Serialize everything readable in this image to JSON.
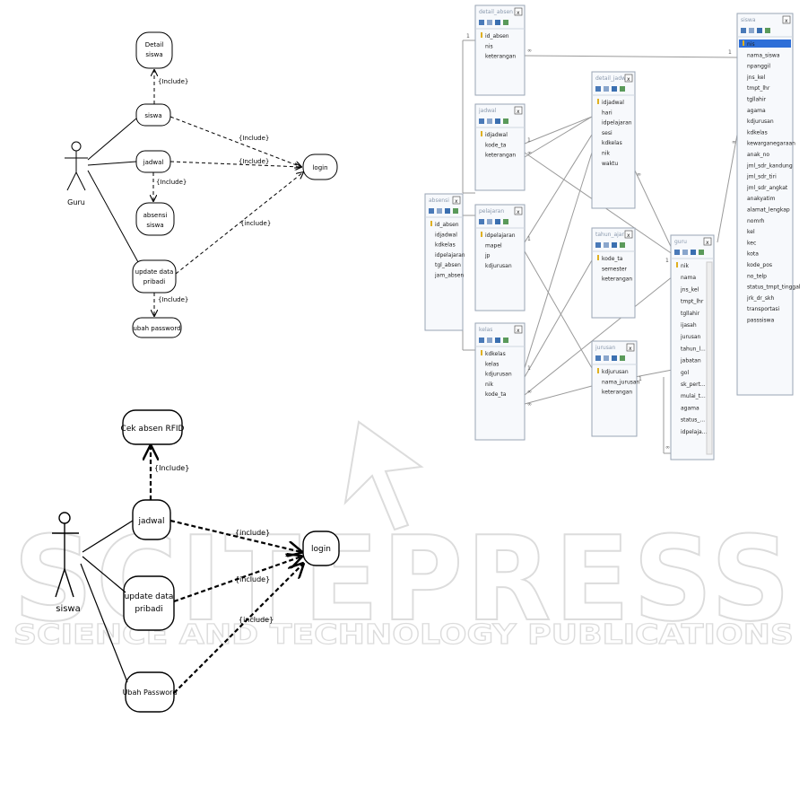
{
  "watermark": {
    "main": "SCITEPRESS",
    "sub": "SCIENCE AND TECHNOLOGY PUBLICATIONS"
  },
  "usecase_guru": {
    "actor": "Guru",
    "detail_siswa": [
      "Detail",
      "siswa"
    ],
    "siswa": "siswa",
    "jadwal": "jadwal",
    "absensi_siswa": [
      "absensi",
      "siswa"
    ],
    "update_data": [
      "update data",
      "pribadi"
    ],
    "ubah_password": "ubah password",
    "login": "login",
    "include": "{Include}",
    "include_lower": "{include}"
  },
  "usecase_siswa": {
    "actor": "siswa",
    "cek_absen": "Cek absen RFID",
    "jadwal": "jadwal",
    "update_data": [
      "update data",
      "pribadi"
    ],
    "ubah_password": "Ubah Password",
    "login": "login",
    "include": "{Include}",
    "include_lower": "{include}"
  },
  "tables": {
    "detail_absen": {
      "title": "detail_absen",
      "fields": [
        "id_absen",
        "nis",
        "keterangan"
      ]
    },
    "jadwal": {
      "title": "jadwal",
      "fields": [
        "idjadwal",
        "kode_ta",
        "keterangan"
      ]
    },
    "absensi": {
      "title": "absensi",
      "fields": [
        "id_absen",
        "idjadwal",
        "kdkelas",
        "idpelajaran",
        "tgl_absen",
        "jam_absen"
      ]
    },
    "pelajaran": {
      "title": "pelajaran",
      "fields": [
        "idpelajaran",
        "mapel",
        "jp",
        "kdjurusan"
      ]
    },
    "kelas": {
      "title": "kelas",
      "fields": [
        "kdkelas",
        "kelas",
        "kdjurusan",
        "nik",
        "kode_ta"
      ]
    },
    "detail_jadwal": {
      "title": "detail_jadwal",
      "fields": [
        "idjadwal",
        "hari",
        "idpelajaran",
        "sesi",
        "kdkelas",
        "nik",
        "waktu"
      ]
    },
    "tahun_ajar": {
      "title": "tahun_ajar",
      "fields": [
        "kode_ta",
        "semester",
        "keterangan"
      ]
    },
    "jurusan": {
      "title": "jurusan",
      "fields": [
        "kdjurusan",
        "nama_jurusan",
        "keterangan"
      ]
    },
    "guru": {
      "title": "guru",
      "fields": [
        "nik",
        "nama",
        "jns_kel",
        "tmpt_lhr",
        "tgllahir",
        "ijasah",
        "jurusan",
        "tahun_l...",
        "jabatan",
        "gol",
        "sk_pert...",
        "mulai_t...",
        "agama",
        "status_...",
        "idpelaja..."
      ]
    },
    "siswa": {
      "title": "siswa",
      "fields": [
        "nis",
        "nama_siswa",
        "npanggil",
        "jns_kel",
        "tmpt_lhr",
        "tgllahir",
        "agama",
        "kdjurusan",
        "kdkelas",
        "kewarganegaraan",
        "anak_no",
        "jml_sdr_kandung",
        "jml_sdr_tiri",
        "jml_sdr_angkat",
        "anakyatim",
        "alamat_lengkap",
        "nomrh",
        "kel",
        "kec",
        "kota",
        "kode_pos",
        "no_telp",
        "status_tmpt_tinggal",
        "jrk_dr_skh",
        "transportasi",
        "passsiswa"
      ]
    }
  },
  "rel_labels": {
    "one": "1",
    "many": "∞"
  }
}
